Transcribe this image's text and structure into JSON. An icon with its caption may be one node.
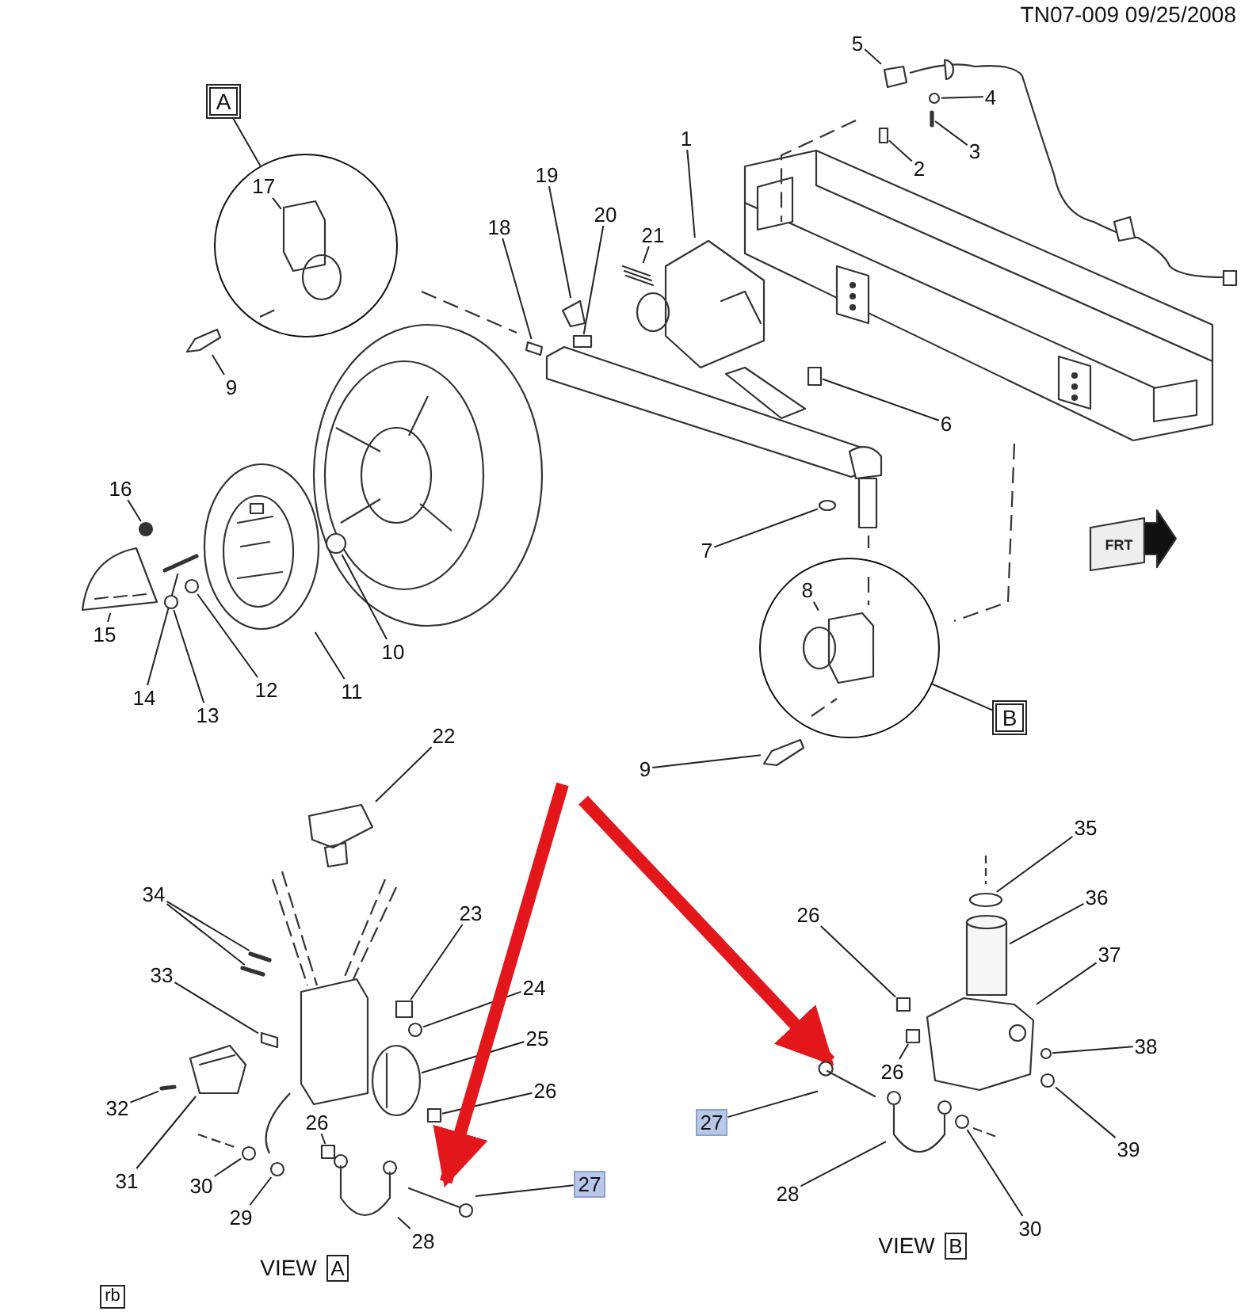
{
  "diagram": {
    "nodes": [
      {
        "text": [
          "A"
        ]
      },
      {
        "text": [],
        "shape": "circle"
      },
      {
        "text": [
          "17"
        ],
        "in": 1
      },
      {
        "text": [
          "5"
        ]
      },
      {
        "text": [
          "4"
        ]
      },
      {
        "text": [
          "3"
        ]
      },
      {
        "text": [
          "2"
        ]
      },
      {
        "text": [
          "1"
        ]
      },
      {
        "text": [
          "19"
        ]
      },
      {
        "text": [
          "20"
        ]
      },
      {
        "text": [
          "18"
        ]
      },
      {
        "text": [
          "21"
        ]
      },
      {
        "text": [
          "9"
        ]
      },
      {
        "text": [
          "6"
        ]
      },
      {
        "text": [
          "16"
        ]
      },
      {
        "text": [
          "15"
        ]
      },
      {
        "text": [
          "14"
        ]
      },
      {
        "text": [
          "13"
        ]
      },
      {
        "text": [
          "12"
        ]
      },
      {
        "text": [
          "11"
        ]
      },
      {
        "text": [
          "10"
        ]
      },
      {
        "text": [
          "7"
        ]
      },
      {
        "text": [],
        "shape": "circle"
      },
      {
        "text": [
          "8"
        ],
        "in": 22
      },
      {
        "text": [
          "B"
        ]
      },
      {
        "text": [
          "9"
        ]
      },
      {
        "text": [
          "22"
        ]
      },
      {
        "text": [
          "34"
        ]
      },
      {
        "text": [
          "23"
        ]
      },
      {
        "text": [
          "33"
        ]
      },
      {
        "text": [
          "24"
        ]
      },
      {
        "text": [
          "25"
        ]
      },
      {
        "text": [
          "26"
        ]
      },
      {
        "text": [
          "26"
        ]
      },
      {
        "text": [
          "32"
        ]
      },
      {
        "text": [
          "31"
        ]
      },
      {
        "text": [
          "30"
        ]
      },
      {
        "text": [
          "29"
        ]
      },
      {
        "text": [
          "28"
        ]
      },
      {
        "text": [
          "27"
        ]
      },
      {
        "text": [
          "35"
        ]
      },
      {
        "text": [
          "36"
        ]
      },
      {
        "text": [
          "37"
        ]
      },
      {
        "text": [
          "26"
        ]
      },
      {
        "text": [
          "38"
        ]
      },
      {
        "text": [
          "26"
        ]
      },
      {
        "text": [
          "27"
        ]
      },
      {
        "text": [
          "39"
        ]
      },
      {
        "text": [
          "28"
        ]
      },
      {
        "text": [
          "30"
        ]
      },
      {
        "text": [],
        "shape": "picture",
        "in": 1
      },
      {
        "text": [],
        "shape": "box"
      },
      {
        "text": [],
        "shape": "circle"
      },
      {
        "text": [],
        "shape": "bar"
      },
      {
        "text": [],
        "shape": "box"
      },
      {
        "text": [],
        "shape": "picture"
      },
      {
        "text": [],
        "shape": "picture"
      },
      {
        "text": [],
        "shape": "box"
      },
      {
        "text": [],
        "shape": "box"
      },
      {
        "text": [],
        "shape": "picture"
      },
      {
        "text": [],
        "shape": "picture"
      },
      {
        "text": [],
        "shape": "box"
      },
      {
        "text": [],
        "shape": "circle"
      },
      {
        "text": [],
        "shape": "picture"
      },
      {
        "text": [],
        "shape": "bar"
      },
      {
        "text": [],
        "shape": "circle"
      },
      {
        "text": [],
        "shape": "circle"
      },
      {
        "text": [],
        "shape": "picture"
      },
      {
        "text": [],
        "shape": "circle"
      },
      {
        "text": [],
        "shape": "circle"
      },
      {
        "text": [],
        "shape": "picture",
        "in": 22
      },
      {
        "text": [],
        "shape": "picture"
      },
      {
        "text": [],
        "shape": "picture"
      },
      {
        "text": [],
        "shape": "bar"
      },
      {
        "text": [],
        "shape": "bar"
      },
      {
        "text": [],
        "shape": "box"
      },
      {
        "text": [],
        "shape": "box"
      },
      {
        "text": [],
        "shape": "circle"
      },
      {
        "text": [],
        "shape": "picture"
      },
      {
        "text": [],
        "shape": "box"
      },
      {
        "text": [],
        "shape": "box"
      },
      {
        "text": [],
        "shape": "bar"
      },
      {
        "text": [],
        "shape": "picture"
      },
      {
        "text": [],
        "shape": "circle"
      },
      {
        "text": [],
        "shape": "circle"
      },
      {
        "text": [],
        "shape": "picture"
      },
      {
        "text": [],
        "shape": "picture"
      },
      {
        "text": [],
        "shape": "circle"
      },
      {
        "text": [],
        "shape": "cylinder"
      },
      {
        "text": [],
        "shape": "picture"
      },
      {
        "text": [],
        "shape": "box"
      },
      {
        "text": [],
        "shape": "circle"
      },
      {
        "text": [],
        "shape": "box"
      },
      {
        "text": [],
        "shape": "picture"
      },
      {
        "text": [],
        "shape": "circle"
      },
      {
        "text": [],
        "shape": "picture"
      },
      {
        "text": [],
        "shape": "circle"
      }
    ],
    "edges": [
      {
        "from": 0,
        "to": 1,
        "arrow": "none"
      },
      {
        "from": 2,
        "to": 50,
        "arrow": "none"
      },
      {
        "from": 3,
        "to": 51,
        "arrow": "none"
      },
      {
        "from": 4,
        "to": 52,
        "arrow": "none"
      },
      {
        "from": 5,
        "to": 53,
        "arrow": "none"
      },
      {
        "from": 6,
        "to": 54,
        "arrow": "none"
      },
      {
        "from": 7,
        "to": 55,
        "arrow": "none"
      },
      {
        "from": 8,
        "to": 56,
        "arrow": "none"
      },
      {
        "from": 9,
        "to": 57,
        "arrow": "none"
      },
      {
        "from": 10,
        "to": 58,
        "arrow": "none"
      },
      {
        "from": 11,
        "to": 59,
        "arrow": "none"
      },
      {
        "from": 12,
        "to": 60,
        "arrow": "none"
      },
      {
        "from": 13,
        "to": 61,
        "arrow": "none"
      },
      {
        "from": 14,
        "to": 62,
        "arrow": "none"
      },
      {
        "from": 15,
        "to": 63,
        "arrow": "none"
      },
      {
        "from": 16,
        "to": 64,
        "arrow": "none"
      },
      {
        "from": 17,
        "to": 65,
        "arrow": "none"
      },
      {
        "from": 18,
        "to": 66,
        "arrow": "none"
      },
      {
        "from": 19,
        "to": 67,
        "arrow": "none"
      },
      {
        "from": 20,
        "to": 68,
        "arrow": "none"
      },
      {
        "from": 21,
        "to": 69,
        "arrow": "none"
      },
      {
        "from": 23,
        "to": 70,
        "arrow": "none"
      },
      {
        "from": 24,
        "to": 22,
        "arrow": "none"
      },
      {
        "from": 25,
        "to": 71,
        "arrow": "none"
      },
      {
        "from": 26,
        "to": 72,
        "arrow": "none"
      },
      {
        "from": 27,
        "to": 73,
        "arrow": "none"
      },
      {
        "from": 27,
        "to": 74,
        "arrow": "none"
      },
      {
        "from": 28,
        "to": 75,
        "arrow": "none"
      },
      {
        "from": 29,
        "to": 76,
        "arrow": "none"
      },
      {
        "from": 30,
        "to": 77,
        "arrow": "none"
      },
      {
        "from": 31,
        "to": 78,
        "arrow": "none"
      },
      {
        "from": 32,
        "to": 79,
        "arrow": "none"
      },
      {
        "from": 33,
        "to": 80,
        "arrow": "none"
      },
      {
        "from": 34,
        "to": 81,
        "arrow": "none"
      },
      {
        "from": 35,
        "to": 82,
        "arrow": "none"
      },
      {
        "from": 36,
        "to": 83,
        "arrow": "none"
      },
      {
        "from": 37,
        "to": 84,
        "arrow": "none"
      },
      {
        "from": 38,
        "to": 85,
        "arrow": "none"
      },
      {
        "from": 39,
        "to": 86,
        "arrow": "none"
      },
      {
        "from": 40,
        "to": 87,
        "arrow": "none"
      },
      {
        "from": 41,
        "to": 88,
        "arrow": "none"
      },
      {
        "from": 42,
        "to": 89,
        "arrow": "none"
      },
      {
        "from": 43,
        "to": 90,
        "arrow": "none"
      },
      {
        "from": 44,
        "to": 91,
        "arrow": "none"
      },
      {
        "from": 45,
        "to": 92,
        "arrow": "none"
      },
      {
        "from": 46,
        "to": 93,
        "arrow": "none"
      },
      {
        "from": 47,
        "to": 94,
        "arrow": "none"
      },
      {
        "from": 48,
        "to": 95,
        "arrow": "none"
      },
      {
        "from": 49,
        "to": 96,
        "arrow": "none"
      },
      {
        "from": null,
        "to": 86,
        "arrow": "to",
        "style": "thick",
        "color": "#e3161b"
      },
      {
        "from": null,
        "to": 93,
        "arrow": "to",
        "style": "thick",
        "color": "#e3161b"
      }
    ],
    "labels": [
      "TN07-009 09/25/2008",
      "FRT",
      "VIEW",
      "A",
      "VIEW",
      "B",
      "rb"
    ]
  }
}
